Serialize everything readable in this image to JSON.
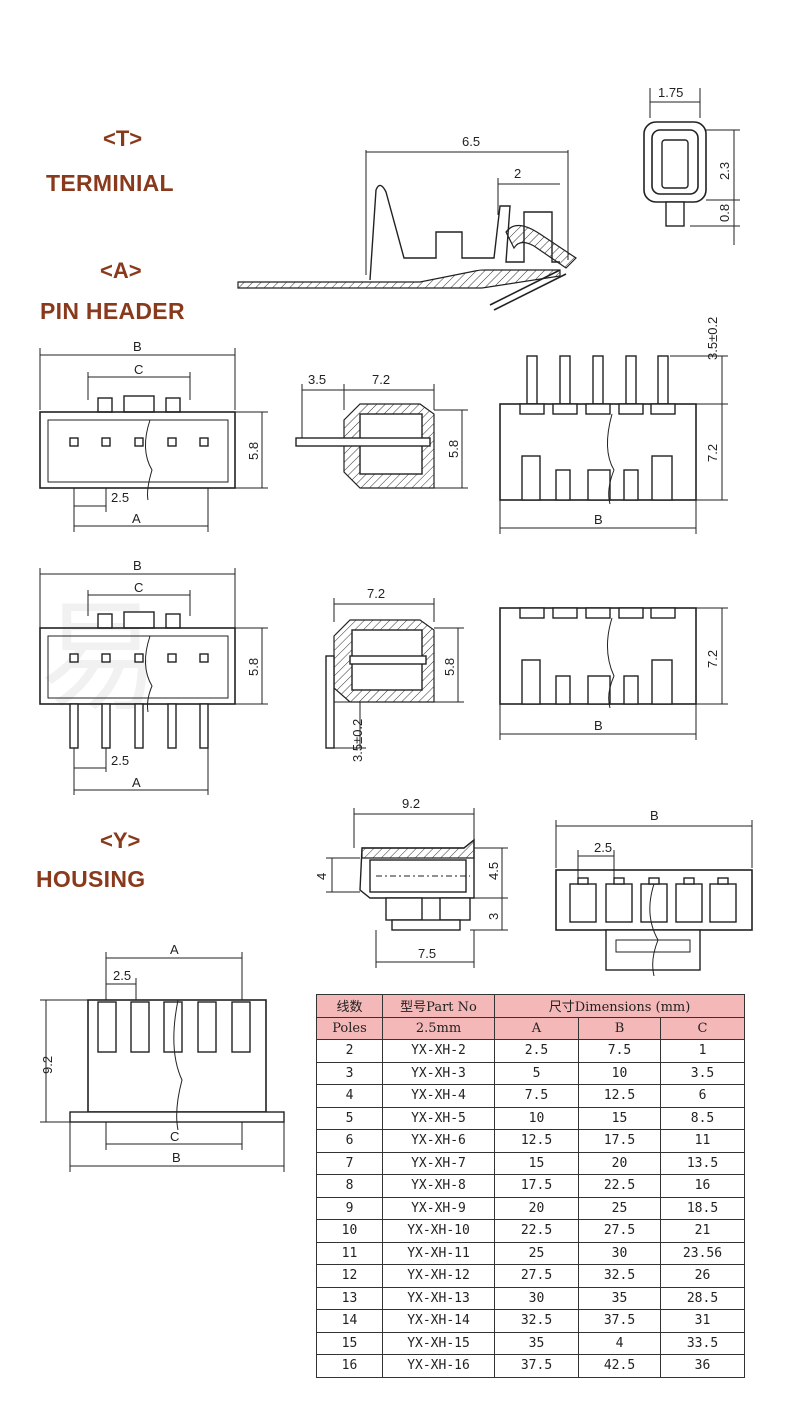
{
  "sections": {
    "terminal": {
      "code": "<T>",
      "name": "TERMINIAL"
    },
    "pin_header": {
      "code": "<A>",
      "name": "PIN HEADER"
    },
    "housing": {
      "code": "<Y>",
      "name": "HOUSING"
    }
  },
  "dims": {
    "t_width": "1.75",
    "t_len": "6.5",
    "t_two": "2",
    "t_h1": "2.3",
    "t_h2": "0.8",
    "B": "B",
    "C": "C",
    "A": "A",
    "pitch": "2.5",
    "h58": "5.8",
    "s35": "3.5",
    "s72": "7.2",
    "pin_tol": "3.5±0.2",
    "y92": "9.2",
    "y4": "4",
    "y45": "4.5",
    "y3": "3",
    "y75": "7.5"
  },
  "table": {
    "headers_top": [
      "线数",
      "型号Part No",
      "尺寸Dimensions (mm)"
    ],
    "headers_bottom": [
      "Poles",
      "2.5mm",
      "A",
      "B",
      "C"
    ],
    "rows": [
      [
        "2",
        "YX-XH-2",
        "2.5",
        "7.5",
        "1"
      ],
      [
        "3",
        "YX-XH-3",
        "5",
        "10",
        "3.5"
      ],
      [
        "4",
        "YX-XH-4",
        "7.5",
        "12.5",
        "6"
      ],
      [
        "5",
        "YX-XH-5",
        "10",
        "15",
        "8.5"
      ],
      [
        "6",
        "YX-XH-6",
        "12.5",
        "17.5",
        "11"
      ],
      [
        "7",
        "YX-XH-7",
        "15",
        "20",
        "13.5"
      ],
      [
        "8",
        "YX-XH-8",
        "17.5",
        "22.5",
        "16"
      ],
      [
        "9",
        "YX-XH-9",
        "20",
        "25",
        "18.5"
      ],
      [
        "10",
        "YX-XH-10",
        "22.5",
        "27.5",
        "21"
      ],
      [
        "11",
        "YX-XH-11",
        "25",
        "30",
        "23.56"
      ],
      [
        "12",
        "YX-XH-12",
        "27.5",
        "32.5",
        "26"
      ],
      [
        "13",
        "YX-XH-13",
        "30",
        "35",
        "28.5"
      ],
      [
        "14",
        "YX-XH-14",
        "32.5",
        "37.5",
        "31"
      ],
      [
        "15",
        "YX-XH-15",
        "35",
        "4",
        "33.5"
      ],
      [
        "16",
        "YX-XH-16",
        "37.5",
        "42.5",
        "36"
      ]
    ]
  }
}
